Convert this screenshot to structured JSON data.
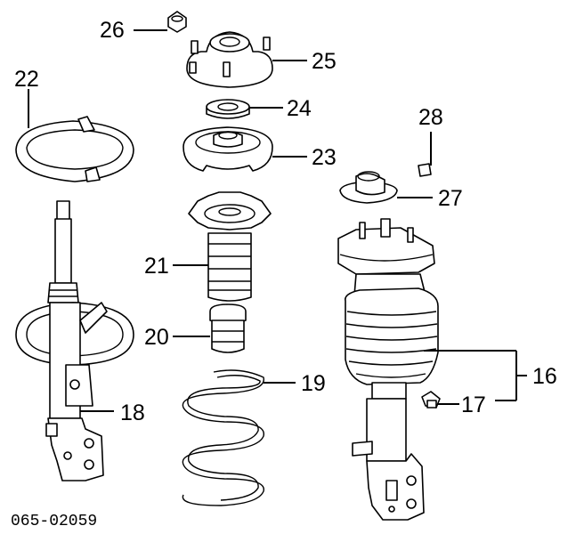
{
  "labels": {
    "p16": "16",
    "p17": "17",
    "p18": "18",
    "p19": "19",
    "p20": "20",
    "p21": "21",
    "p22": "22",
    "p23": "23",
    "p24": "24",
    "p25": "25",
    "p26": "26",
    "p27": "27",
    "p28": "28"
  },
  "diagram_code": "065-02059"
}
